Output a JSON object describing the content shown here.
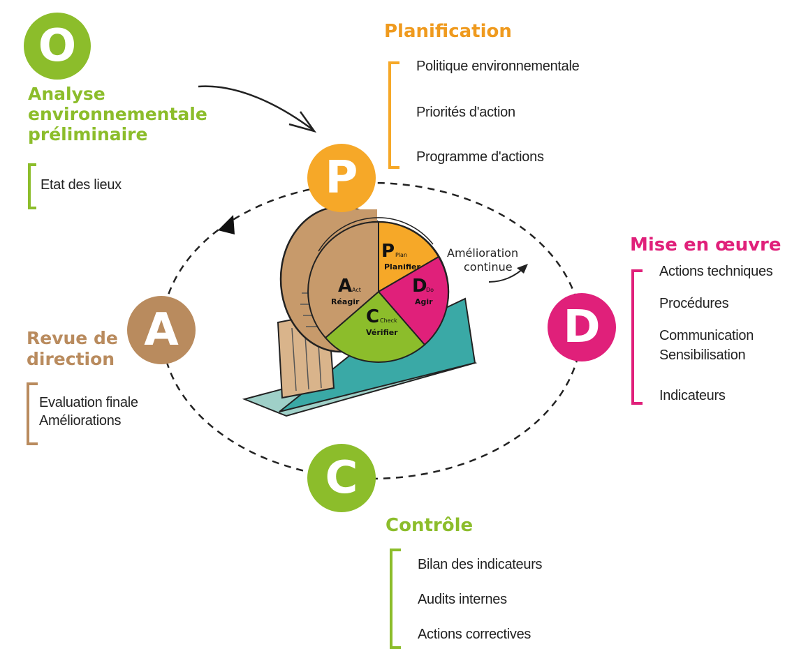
{
  "colors": {
    "green": "#8cbd2b",
    "orange": "#f6a828",
    "magenta": "#e0207a",
    "brown": "#b98b5e",
    "teal": "#3aa9a6",
    "title_orange": "#ef9a1e"
  },
  "o_section": {
    "letter": "O",
    "title_lines": [
      "Analyse",
      "environnementale",
      "préliminaire"
    ],
    "items": [
      "Etat des lieux"
    ]
  },
  "p_section": {
    "letter": "P",
    "title": "Planification",
    "items": [
      "Politique environnementale",
      "Priorités d'action",
      "Programme d'actions"
    ]
  },
  "d_section": {
    "letter": "D",
    "title": "Mise en œuvre",
    "items": [
      "Actions techniques",
      "Procédures",
      "Communication",
      "Sensibilisation",
      "Indicateurs"
    ]
  },
  "c_section": {
    "letter": "C",
    "title": "Contrôle",
    "items": [
      "Bilan des indicateurs",
      "Audits internes",
      "Actions correctives"
    ]
  },
  "a_section": {
    "letter": "A",
    "title_lines": [
      "Revue de",
      "direction"
    ],
    "items": [
      "Evaluation finale",
      "Améliorations"
    ]
  },
  "wheel": {
    "p_letter": "P",
    "p_small": "Plan",
    "p_label": "Planifier",
    "d_letter": "D",
    "d_small": "Do",
    "d_label": "Agir",
    "c_letter": "C",
    "c_small": "Check",
    "c_label": "Vérifier",
    "a_letter": "A",
    "a_small": "Act",
    "a_label": "Réagir",
    "caption_lines": [
      "Amélioration",
      "continue"
    ]
  }
}
